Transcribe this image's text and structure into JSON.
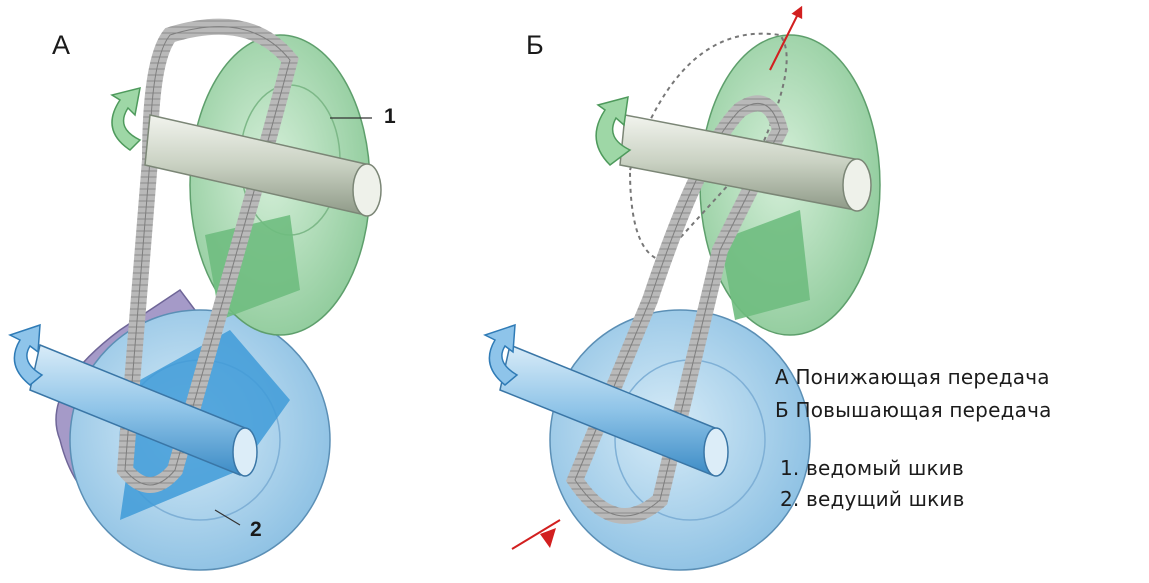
{
  "panels": {
    "a_label": "А",
    "b_label": "Б"
  },
  "callouts": {
    "one": "1",
    "two": "2"
  },
  "legend": {
    "line_a": "А Понижающая передача",
    "line_b": "Б Повышающая передача",
    "item_1": "1. ведомый шкив",
    "item_2": "2. ведущий шкив"
  },
  "colors": {
    "driven_pulley": "#a9d7b0",
    "driven_pulley_dark": "#6fbd80",
    "drive_pulley": "#9fc9e6",
    "drive_pulley_dark": "#3f9bd8",
    "belt": "#9a9a9a",
    "shaft": "#d6dcd0",
    "arrow_red": "#d21f1f",
    "violet_part": "#a59ac8"
  }
}
